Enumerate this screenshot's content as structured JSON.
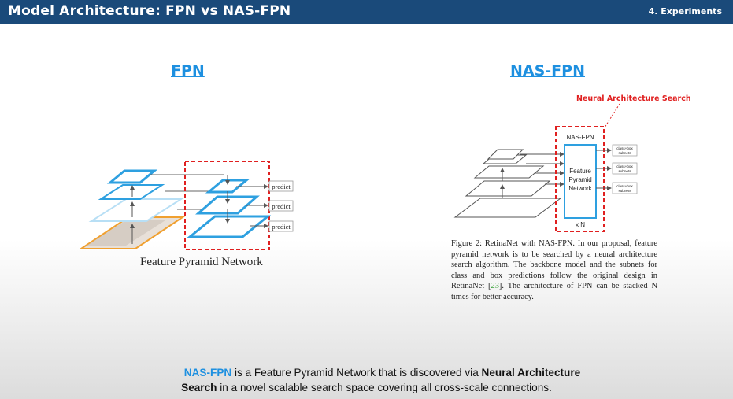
{
  "header": {
    "title": "Model Architecture: FPN vs NAS-FPN",
    "section": "4. Experiments"
  },
  "left": {
    "heading": "FPN",
    "predict_labels": [
      "predict",
      "predict",
      "predict"
    ],
    "caption": "Feature Pyramid Network"
  },
  "right": {
    "heading": "NAS-FPN",
    "nas_label": "Neural Architecture Search",
    "box_title": "NAS-FPN",
    "box_line1": "Feature",
    "box_line2": "Pyramid",
    "box_line3": "Network",
    "box_times": "x N",
    "subnet_line1": "class+box",
    "subnet_line2": "subnets",
    "figure_caption_pre": "Figure 2: RetinaNet with NAS-FPN. In our proposal, feature pyramid network is to be searched by a neural architecture search algorithm. The backbone model and the subnets for class and box predictions follow the original design in RetinaNet [",
    "figure_caption_ref": "23",
    "figure_caption_post": "]. The architecture of FPN can be stacked N times for better accuracy."
  },
  "bottom": {
    "part1": "NAS-FPN",
    "part2": " is a Feature Pyramid Network that is discovered via ",
    "part3": "Neural Architecture",
    "part4": "Search",
    "part5": " in a novel scalable search space covering all cross-scale connections."
  },
  "colors": {
    "header": "#1a4a7a",
    "accent": "#1e90e0",
    "dashed": "#e02020",
    "backbone": "#f0a030"
  }
}
